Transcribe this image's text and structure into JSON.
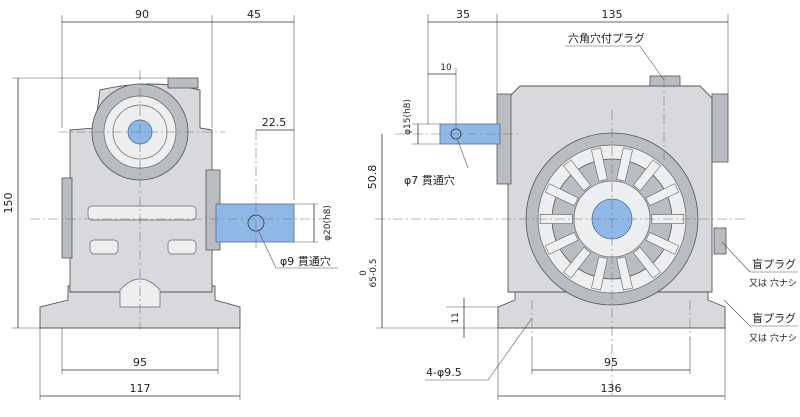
{
  "left_view": {
    "dim_top_width": "90",
    "dim_top_shaft": "45",
    "dim_shaft_offset": "22.5",
    "dim_height": "150",
    "dim_shaft_dia": "φ20(h8)",
    "dim_base_inner": "95",
    "dim_base_outer": "117",
    "note_bore": "φ9 貫通穴"
  },
  "right_view": {
    "dim_top_left": "35",
    "dim_top_right": "135",
    "dim_shaft_step": "10",
    "dim_shaft_dia": "φ15(h8)",
    "dim_center_top": "50.8",
    "dim_center_low_a": "0",
    "dim_center_low_b": "65-0.5",
    "dim_base_thk": "11",
    "dim_base_inner": "95",
    "dim_base_outer": "136",
    "note_bore": "φ7 貫通穴",
    "note_plug_hex": "六角穴付プラグ",
    "note_plug_blind_1": "盲プラグ",
    "note_plug_blind_1_sub": "又は 穴ナシ",
    "note_plug_blind_2": "盲プラグ",
    "note_plug_blind_2_sub": "又は 穴ナシ",
    "note_holes": "4-φ9.5"
  },
  "colors": {
    "body": "#d7d9dc",
    "shaft": "#8fb8e6",
    "line": "#333333"
  }
}
